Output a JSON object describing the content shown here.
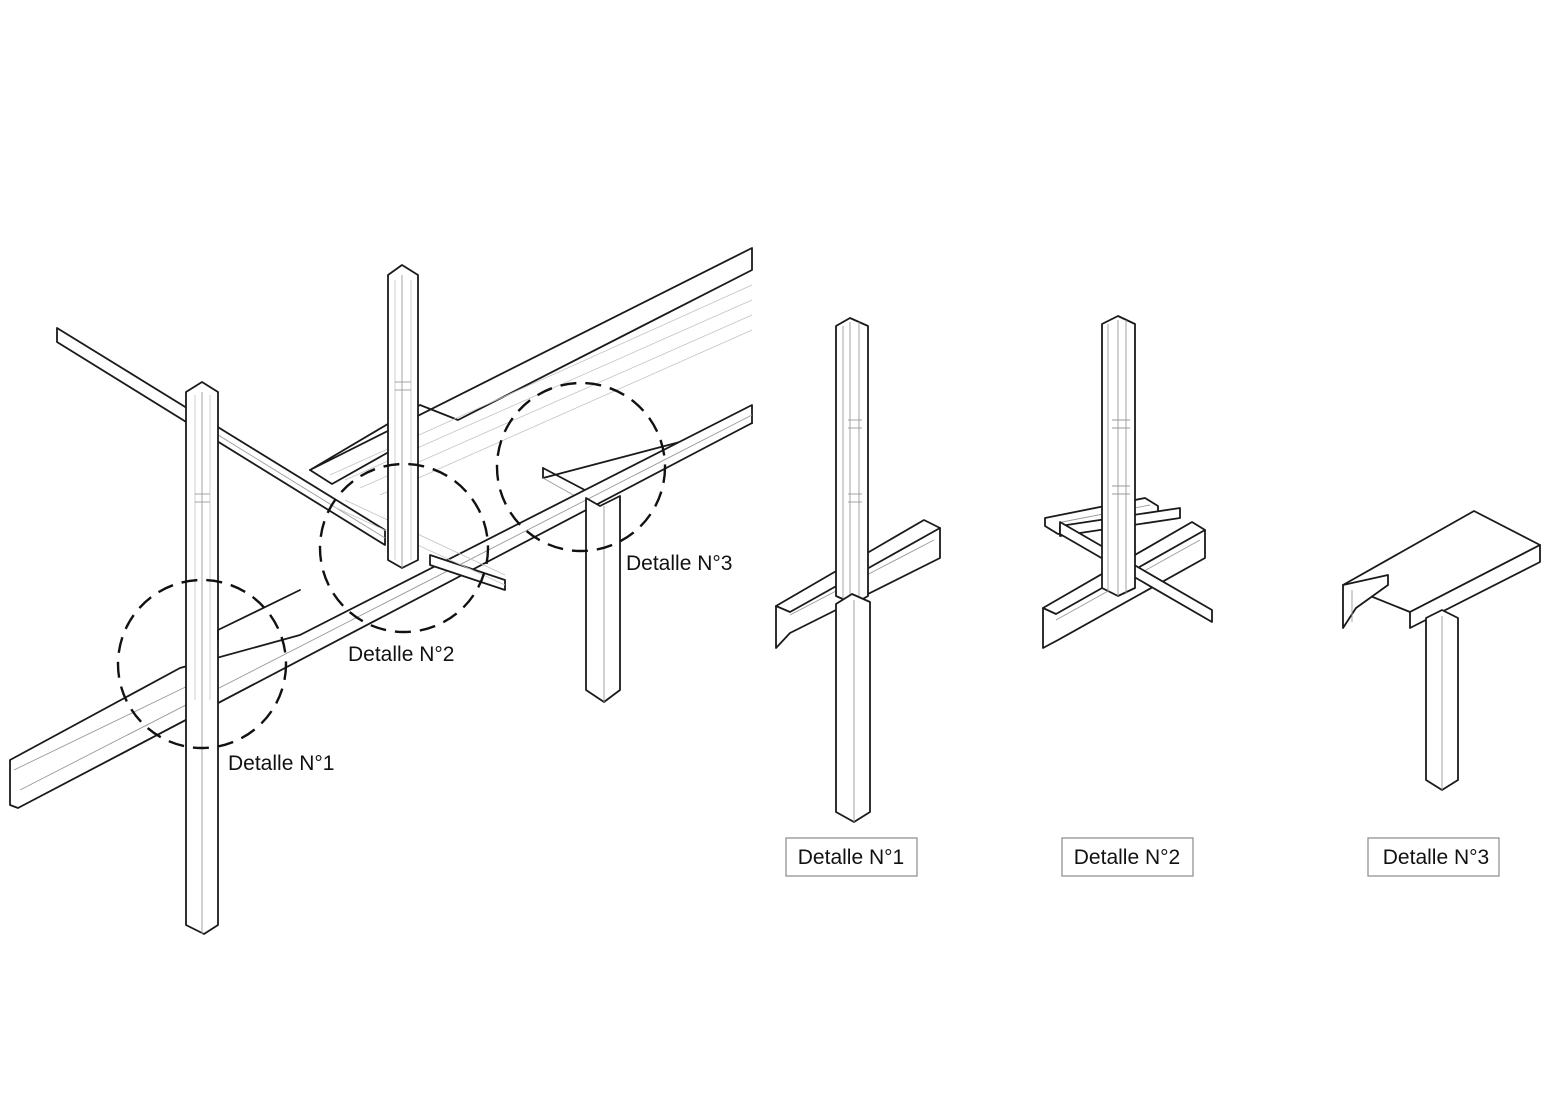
{
  "overview": {
    "callouts": [
      {
        "label": "Detalle N°1"
      },
      {
        "label": "Detalle N°2"
      },
      {
        "label": "Detalle N°3"
      }
    ]
  },
  "details": [
    {
      "label": "Detalle N°1"
    },
    {
      "label": "Detalle N°2"
    },
    {
      "label": "Detalle N°3"
    }
  ]
}
